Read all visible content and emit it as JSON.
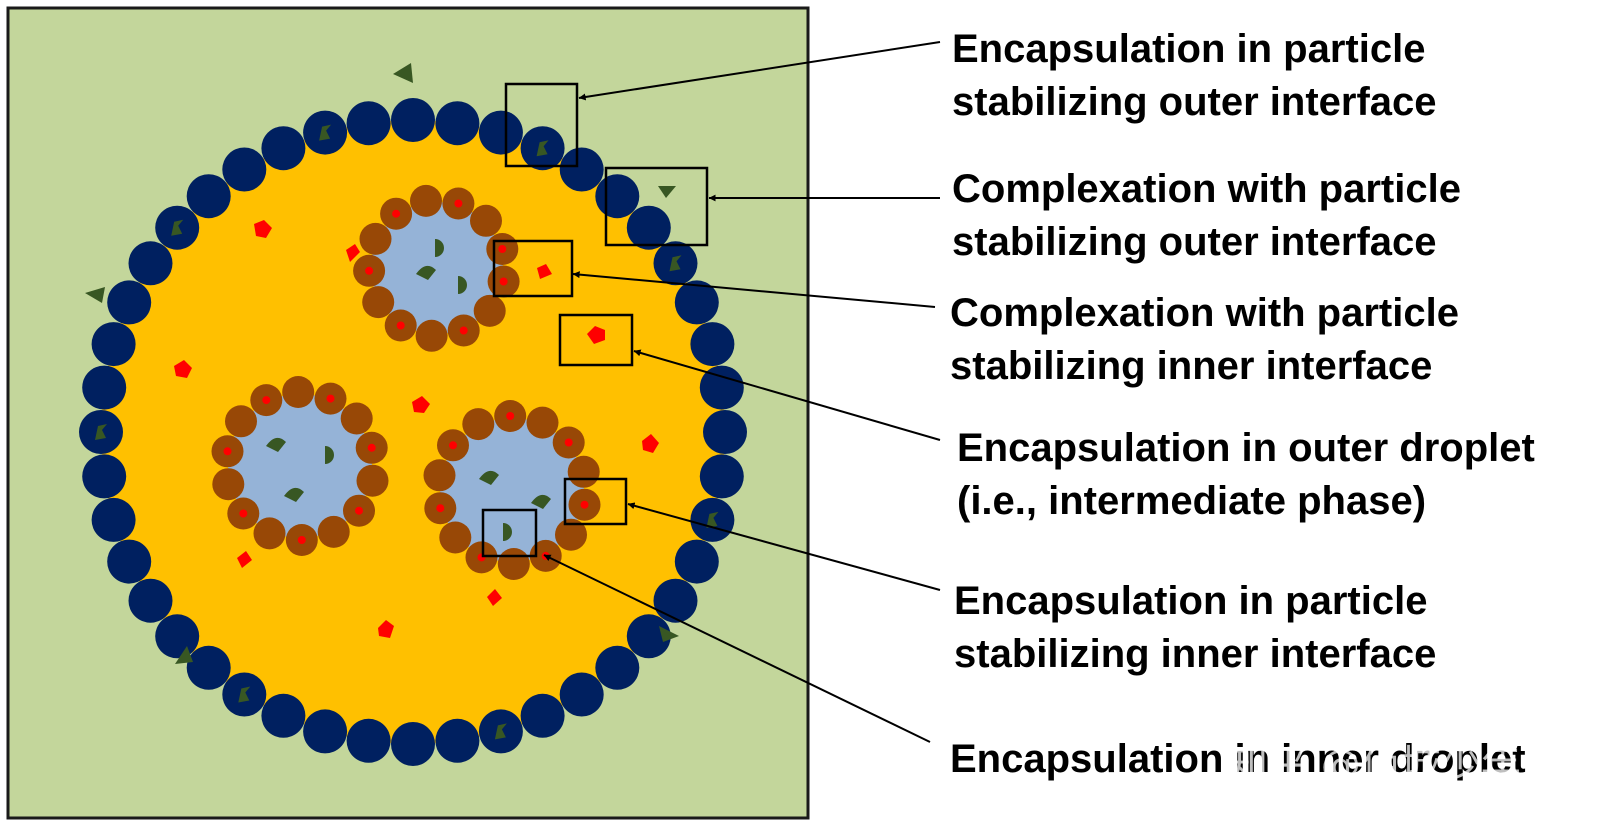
{
  "colors": {
    "background_panel": "#c3d69b",
    "panel_border": "#1a1a1a",
    "outer_droplet": "#ffc000",
    "inner_droplet": "#95b3d7",
    "outer_particle": "#002060",
    "inner_particle": "#984806",
    "red_compound": "#ff0000",
    "green_compound": "#385723",
    "callout": "#000000"
  },
  "annotations": [
    {
      "id": "enc-outer-interface",
      "lines": [
        "Encapsulation in particle",
        "stabilizing outer interface"
      ]
    },
    {
      "id": "complex-outer-interface",
      "lines": [
        "Complexation with particle",
        "stabilizing outer interface"
      ]
    },
    {
      "id": "complex-inner-interface",
      "lines": [
        "Complexation with particle",
        "stabilizing inner interface"
      ]
    },
    {
      "id": "enc-outer-droplet",
      "lines": [
        "Encapsulation in outer droplet",
        "(i.e., intermediate phase)"
      ]
    },
    {
      "id": "enc-inner-interface",
      "lines": [
        "Encapsulation in particle",
        "stabilizing inner interface"
      ]
    },
    {
      "id": "enc-inner-droplet",
      "lines": [
        "Encapsulation in inner droplet"
      ]
    }
  ],
  "watermark": "知乎 @佰城少年"
}
